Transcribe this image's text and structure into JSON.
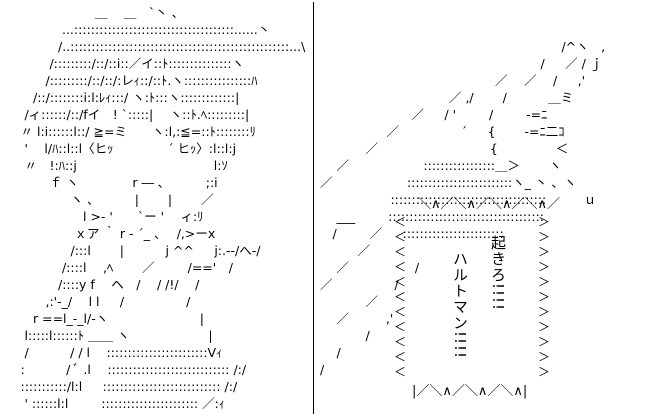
{
  "artwork": {
    "left_panel": [
      "　　　 　　 　 ＿ 　＿　`丶 、",
      "　　　　 ...::::::::::::::::::::::::::::::::::::::......丶",
      "　　　　/..::::::::::::::::::::::::::::::::::::::::::::::::::::...\\",
      "　　 　/:::::::::/::/::i::／イ::ﾄ:::::::::::::::ヽ",
      "　　　/:::::::::/::/::/:レｨ::/::ﾄ.ヽ::::::::::::::::ﾊ",
      "　　/::/::::::::i:l:ﾚｨ:::/ ヽ:ﾄ:::ヽ:::::::::::::|",
      "　 /ィ::::::/::/fイ　! `:::::| 　ヽ::ﾄ.ﾍ:::::::::|",
      "　〃 l:i::::::l::/ ≧=ミ　　ヽ:l,:≦=::ﾄ::::::::ﾘ",
      "　 ' 　l/ﾊ::l::l〈ヒｯ　　　　 ´ ヒｯ〉:l::l:j",
      "　 〃　!:ﾊ::j　　　　　 　　　　 　 l:ｿ",
      "　　　 ｆ ヽ　　　　 r ― ､　　　 ;:i",
      "　　　　　ヽ 、　　　 |　　 |　　 ／",
      "　　　　　　l >‐ '　　`ー '　 ィ:ﾘ",
      "　　　　　 ｘア ｀ r ‐ ´_ 、　 /,>ーx",
      "　　　　　/:::l　　 |　　 　j ^^ 　 j:.-‐/へ‐/",
      "　　　　 /::::l　 ,ﾍ 　　／ 　 　/=='　/",
      "　　　　/::::y f 　ヘ　/ 　/ /!/　 /",
      "　　　,:'‐_/ 　l l 　 / 　　　 　 /",
      "　　r ==l_‐_l/‐ヽ　　　　　　　 |",
      "　 l:::::l::::::ﾄ ＿＿ ヽ　　　　　　 |",
      "　 /　　　 / / l　 ::::::::::::::::::::::::Vｨ",
      "　:　　 　/ ﾞ .l 　::::::::::::::::::::::::::::: /:/",
      "　:::::::::::/l:l 　 :::::::::::::::::::::::::::: /:/",
      "　 ' ::::::l:l 　　 ::::::::::::::::::::::: ／:ｨ"
    ],
    "right_panel": [
      "　　　　　　　　　　　　　　　　　　　 /^ヽ　,",
      "　　　　　　　　　　　　　　　　 　 / 　 ／ / ｊ",
      "　　　　　　　　　　　　　　／ 　／ 　/ 　 ,'",
      "　　　　　　　　　　 ／ ,/ 　　/ 　　　＿ミ",
      "　　　　　　　 ／ 　 / ' 　　 /　 　 ‐=ﾆ",
      "　　　　　 ／ 　　 　　 ´ 　 {　 　‐=ﾆ二ｺ",
      "　　 　 ／ 　　 　 　　　　　{　　 　 　＜",
      "　 ／ 　　 　 　　:::::::::::::::::＿＞　　 ヽ",
      "／ 　　　 　 　:::::::::::::::::::::::::ヽ_ 丶 、ヽ",
      "　　　　 　 :::::::::::::::::::::::::::::::::::::　　　ｕ",
      "　 ___ 　　 :::::::::::::::::::::::::::::::::::::",
      "　/ 　　 ／ 　 ::::::::::::::::::::::::",
      "　　　／",
      "　 ／ 　 　 　　 /",
      "／ 　 　　　 /",
      "　　 　 ／",
      "　 ／ 　 　 ,'",
      "　　 　 /",
      "　 /",
      "/"
    ],
    "speech_bubble": {
      "top_edge": "＼∧／＼∧／＼∧／＼∧／",
      "bottom_edge": "|／＼∧／＼∧／＼∧|",
      "left_edge": "＜\n＜\n＜\n＜\n＜\n＜\n＜\n＜\n＜\n＜\n＜",
      "right_edge": "＞\n＞\n＞\n＞\n＞\n＞\n＞\n＞\n＞\n＞\n＞",
      "line_1": "起きろ!!!!",
      "line_2": "ハルトマン!!!!"
    }
  }
}
